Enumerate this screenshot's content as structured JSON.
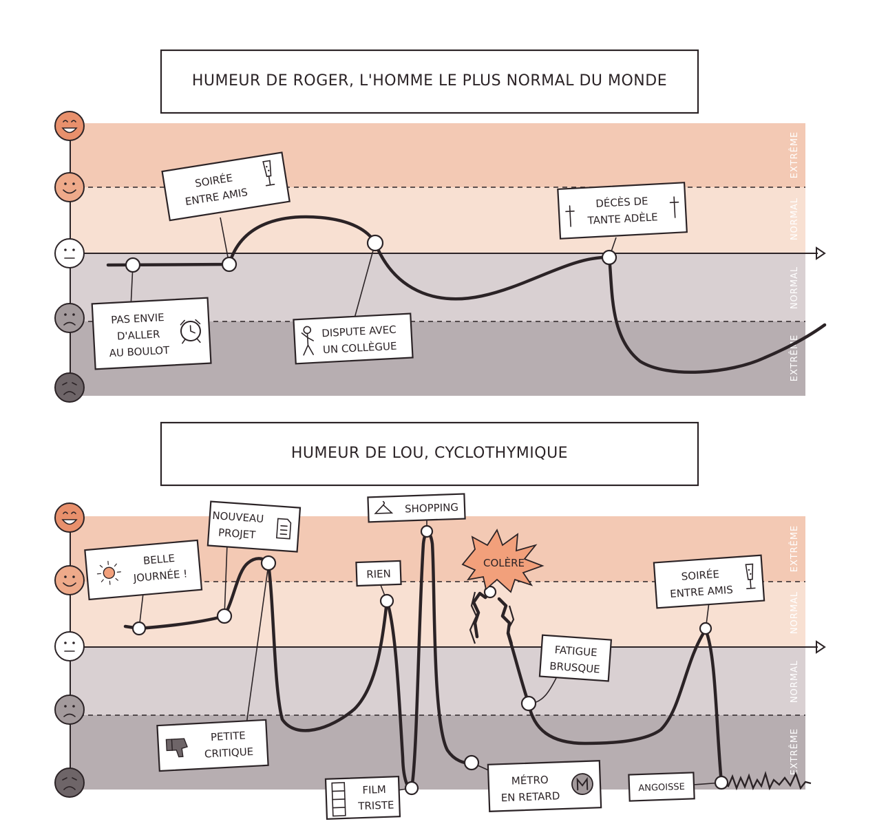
{
  "colors": {
    "extreme_high": "#f3c9b4",
    "normal_high": "#f8e0d2",
    "normal_low": "#d9d0d2",
    "extreme_low": "#b7aeb1",
    "ink": "#2b2326",
    "face_very_happy": "#e8906c",
    "face_happy": "#eeaa8a",
    "face_neutral": "#ffffff",
    "face_sad": "#a39a9c",
    "face_very_sad": "#6e6568",
    "burst": "#f2a07b"
  },
  "zone_labels": {
    "extreme": "EXTRÊME",
    "normal": "NORMAL"
  },
  "icons": [
    "very-happy-face-icon",
    "happy-face-icon",
    "neutral-face-icon",
    "sad-face-icon",
    "very-sad-face-icon",
    "champagne-glass-icon",
    "cross-icon",
    "alarm-clock-icon",
    "stick-figure-icon",
    "sun-icon",
    "document-icon",
    "hanger-icon",
    "thumbs-down-icon",
    "film-strip-icon",
    "metro-icon"
  ],
  "panels": [
    {
      "id": "roger",
      "title": "HUMEUR DE ROGER, L'HOMME LE PLUS NORMAL DU MONDE",
      "annotations": [
        {
          "id": "pas-envie",
          "lines": [
            "PAS ENVIE",
            "D'ALLER",
            "AU BOULOT"
          ],
          "icon": "alarm-clock-icon"
        },
        {
          "id": "soiree",
          "lines": [
            "SOIRÉE",
            "ENTRE AMIS"
          ],
          "icon": "champagne-glass-icon"
        },
        {
          "id": "dispute",
          "lines": [
            "DISPUTE AVEC",
            "UN COLLÈGUE"
          ],
          "icon": "stick-figure-icon"
        },
        {
          "id": "deces",
          "lines": [
            "DÉCÈS DE",
            "TANTE ADÈLE"
          ],
          "icon": "cross-icon"
        }
      ]
    },
    {
      "id": "lou",
      "title": "HUMEUR DE LOU, CYCLOTHYMIQUE",
      "annotations": [
        {
          "id": "belle-journee",
          "lines": [
            "BELLE",
            "JOURNÉE !"
          ],
          "icon": "sun-icon"
        },
        {
          "id": "nouveau-projet",
          "lines": [
            "NOUVEAU",
            "PROJET"
          ],
          "icon": "document-icon"
        },
        {
          "id": "petite-critique",
          "lines": [
            "PETITE",
            "CRITIQUE"
          ],
          "icon": "thumbs-down-icon"
        },
        {
          "id": "rien",
          "lines": [
            "RIEN"
          ],
          "icon": ""
        },
        {
          "id": "shopping",
          "lines": [
            "SHOPPING"
          ],
          "icon": "hanger-icon"
        },
        {
          "id": "film-triste",
          "lines": [
            "FILM",
            "TRISTE"
          ],
          "icon": "film-strip-icon"
        },
        {
          "id": "colere",
          "lines": [
            "COLÈRE"
          ],
          "icon": ""
        },
        {
          "id": "metro",
          "lines": [
            "MÉTRO",
            "EN RETARD"
          ],
          "icon": "metro-icon"
        },
        {
          "id": "fatigue",
          "lines": [
            "FATIGUE",
            "BRUSQUE"
          ],
          "icon": ""
        },
        {
          "id": "soiree2",
          "lines": [
            "SOIRÉE",
            "ENTRE AMIS"
          ],
          "icon": "champagne-glass-icon"
        },
        {
          "id": "angoisse",
          "lines": [
            "ANGOISSE"
          ],
          "icon": ""
        }
      ]
    }
  ]
}
